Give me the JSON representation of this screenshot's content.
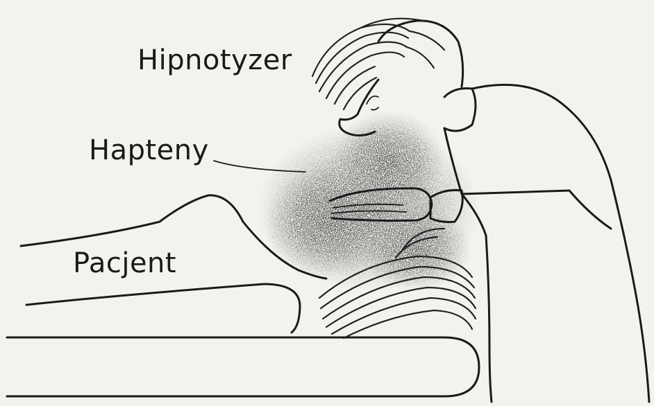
{
  "labels": {
    "hypnotist": "Hipnotyzer",
    "haptens": "Hapteny",
    "patient": "Pacjent"
  },
  "colors": {
    "ink": "#1a1a1a",
    "paper": "#f4f2ee",
    "stipple": "#3a3a3a"
  }
}
